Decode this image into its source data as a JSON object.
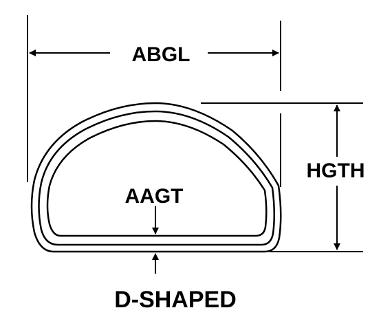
{
  "labels": {
    "width": "ABGL",
    "height": "HGTH",
    "wall_thickness": "AAGT",
    "shape": "D-SHAPED"
  },
  "colors": {
    "line": "#000000",
    "background": "#ffffff"
  }
}
